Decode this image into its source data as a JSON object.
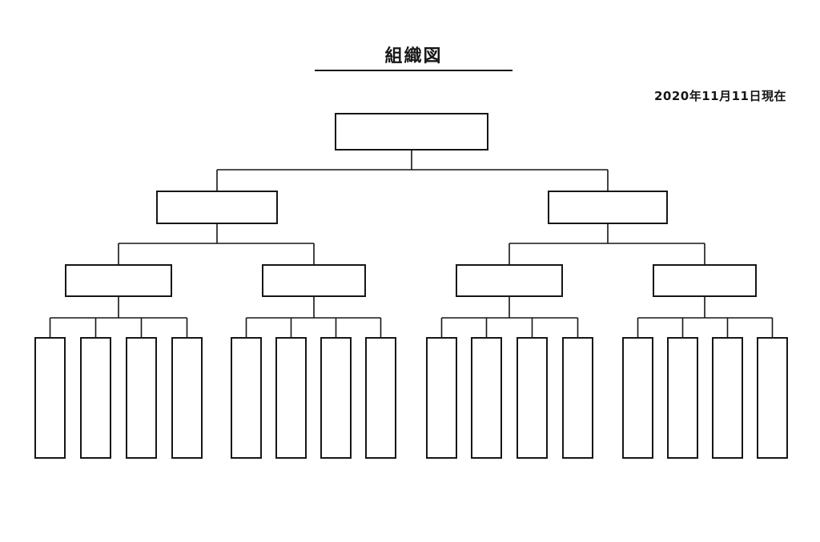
{
  "page": {
    "title": "組織図",
    "date_note": "2020年11月11日現在"
  },
  "colors": {
    "line": "#161616",
    "background": "#ffffff"
  },
  "org_chart": {
    "type": "tree",
    "levels": [
      1,
      2,
      4,
      16
    ],
    "nodes": {
      "root": {
        "label": ""
      },
      "level2": [
        {
          "label": ""
        },
        {
          "label": ""
        }
      ],
      "level3": [
        {
          "label": ""
        },
        {
          "label": ""
        },
        {
          "label": ""
        },
        {
          "label": ""
        }
      ],
      "level4": [
        {
          "label": ""
        },
        {
          "label": ""
        },
        {
          "label": ""
        },
        {
          "label": ""
        },
        {
          "label": ""
        },
        {
          "label": ""
        },
        {
          "label": ""
        },
        {
          "label": ""
        },
        {
          "label": ""
        },
        {
          "label": ""
        },
        {
          "label": ""
        },
        {
          "label": ""
        },
        {
          "label": ""
        },
        {
          "label": ""
        },
        {
          "label": ""
        },
        {
          "label": ""
        }
      ]
    }
  }
}
